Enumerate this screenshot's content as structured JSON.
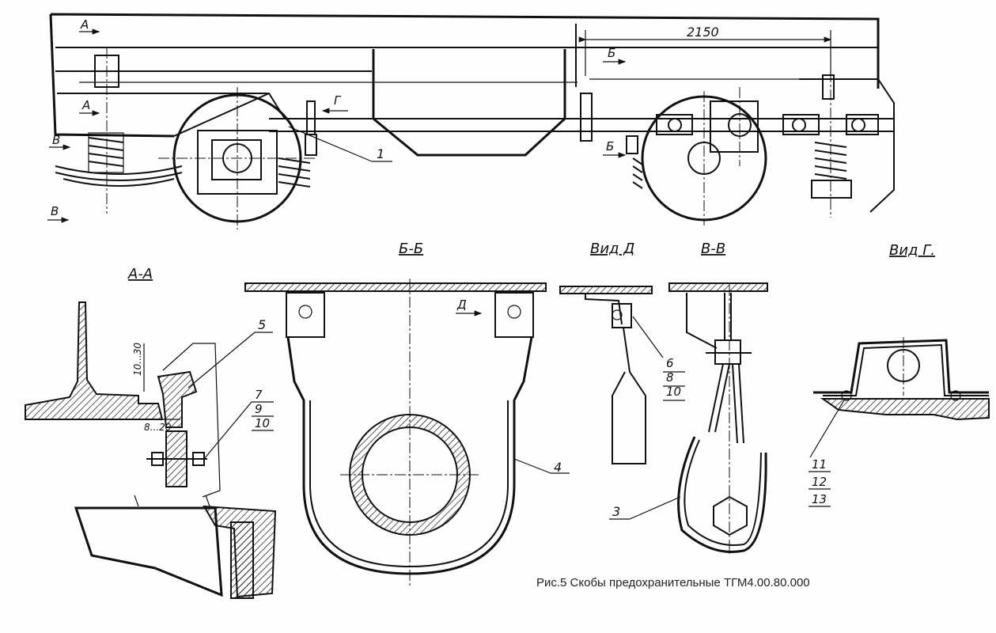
{
  "caption": "Рис.5 Скобы предохранительные ТГМ4.00.80.000",
  "views": {
    "aa": "А-А",
    "bb": "Б-Б",
    "vid_d": "Вид Д",
    "vv": "В-В",
    "vid_g": "Вид Г."
  },
  "dimensions": {
    "span": "2150",
    "gap_top": "10...30",
    "gap_side": "8...20"
  },
  "section_marks": {
    "a_top": "А",
    "a_bottom": "А",
    "b_top": "Б",
    "b_bottom": "Б",
    "v_top": "В",
    "v_bottom": "В",
    "g": "Г",
    "d": "Д"
  },
  "callouts": {
    "c1": "1",
    "c3": "3",
    "c4": "4",
    "c5": "5",
    "c6": "6",
    "c7": "7",
    "c8": "8",
    "c9": "9",
    "c10a": "10",
    "c10b": "10",
    "c11": "11",
    "c12": "12",
    "c13": "13"
  }
}
